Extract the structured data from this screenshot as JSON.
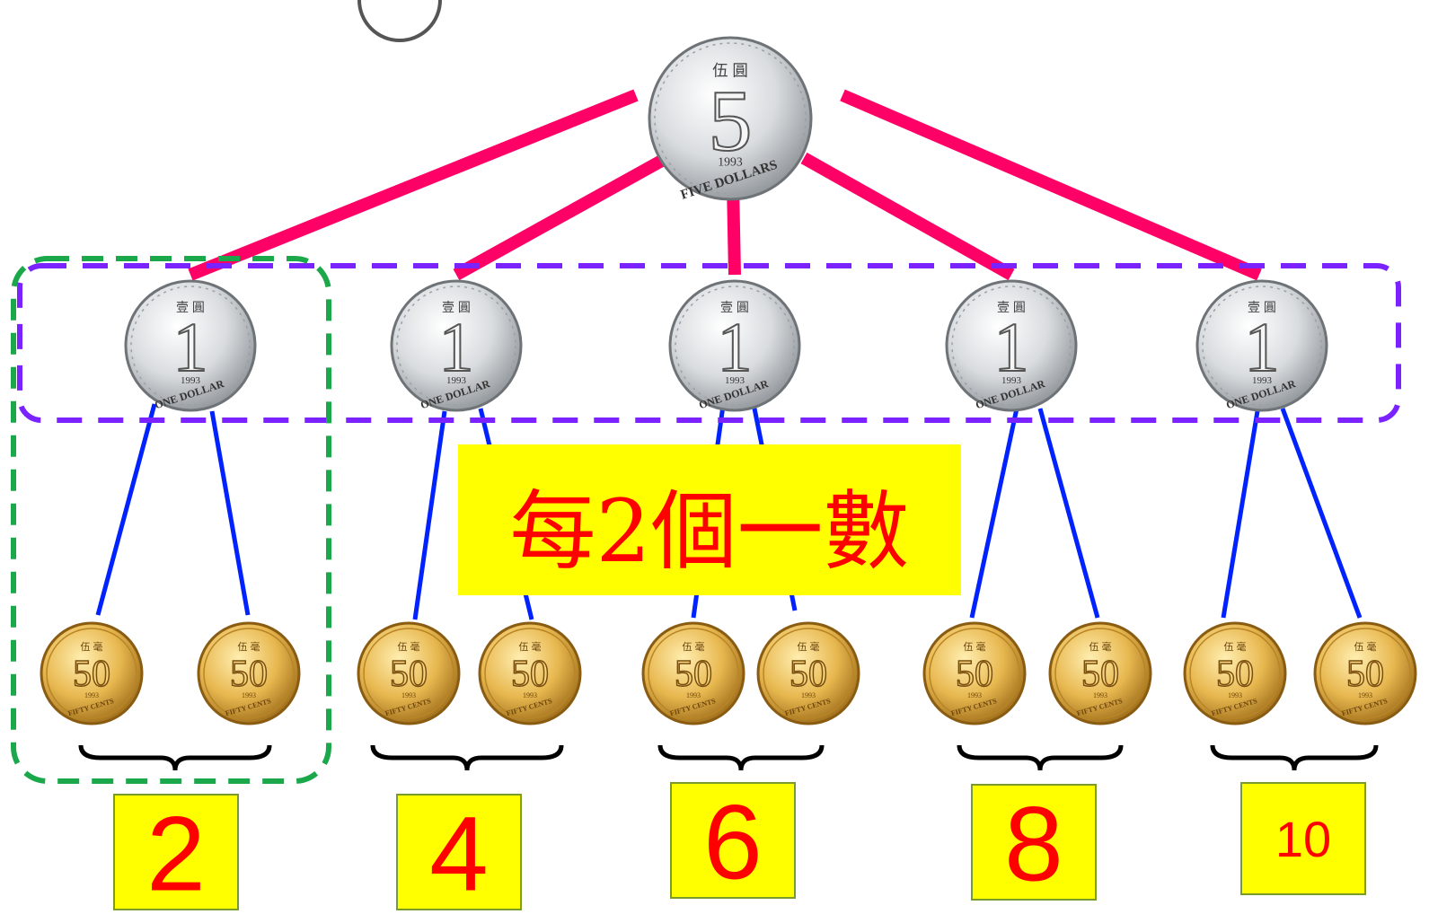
{
  "banner": {
    "text": "每2個一數"
  },
  "colors": {
    "five_dollar_links": "#ff0066",
    "fifty_cent_links": "#0022ff",
    "group_outline_purple": "#7a22ff",
    "group_outline_green": "#1aa84a",
    "label_fill": "#ffff00",
    "label_text": "#ff0000"
  },
  "five_dollar_coin": {
    "value": "5",
    "year": "1993",
    "legend": "FIVE DOLLARS",
    "chinese": "伍 圓",
    "icon": "five-dollar-coin-icon"
  },
  "one_dollar_coins": [
    {
      "value": "1",
      "year": "1993",
      "legend": "ONE DOLLAR",
      "chinese": "壹 圓"
    },
    {
      "value": "1",
      "year": "1993",
      "legend": "ONE DOLLAR",
      "chinese": "壹 圓"
    },
    {
      "value": "1",
      "year": "1993",
      "legend": "ONE DOLLAR",
      "chinese": "壹 圓"
    },
    {
      "value": "1",
      "year": "1993",
      "legend": "ONE DOLLAR",
      "chinese": "壹 圓"
    },
    {
      "value": "1",
      "year": "1993",
      "legend": "ONE DOLLAR",
      "chinese": "壹 圓"
    }
  ],
  "fifty_cent_coin": {
    "value": "50",
    "year": "1993",
    "legend": "FIFTY CENTS",
    "chinese": "伍 毫"
  },
  "count_labels": [
    "2",
    "4",
    "6",
    "8",
    "10"
  ]
}
